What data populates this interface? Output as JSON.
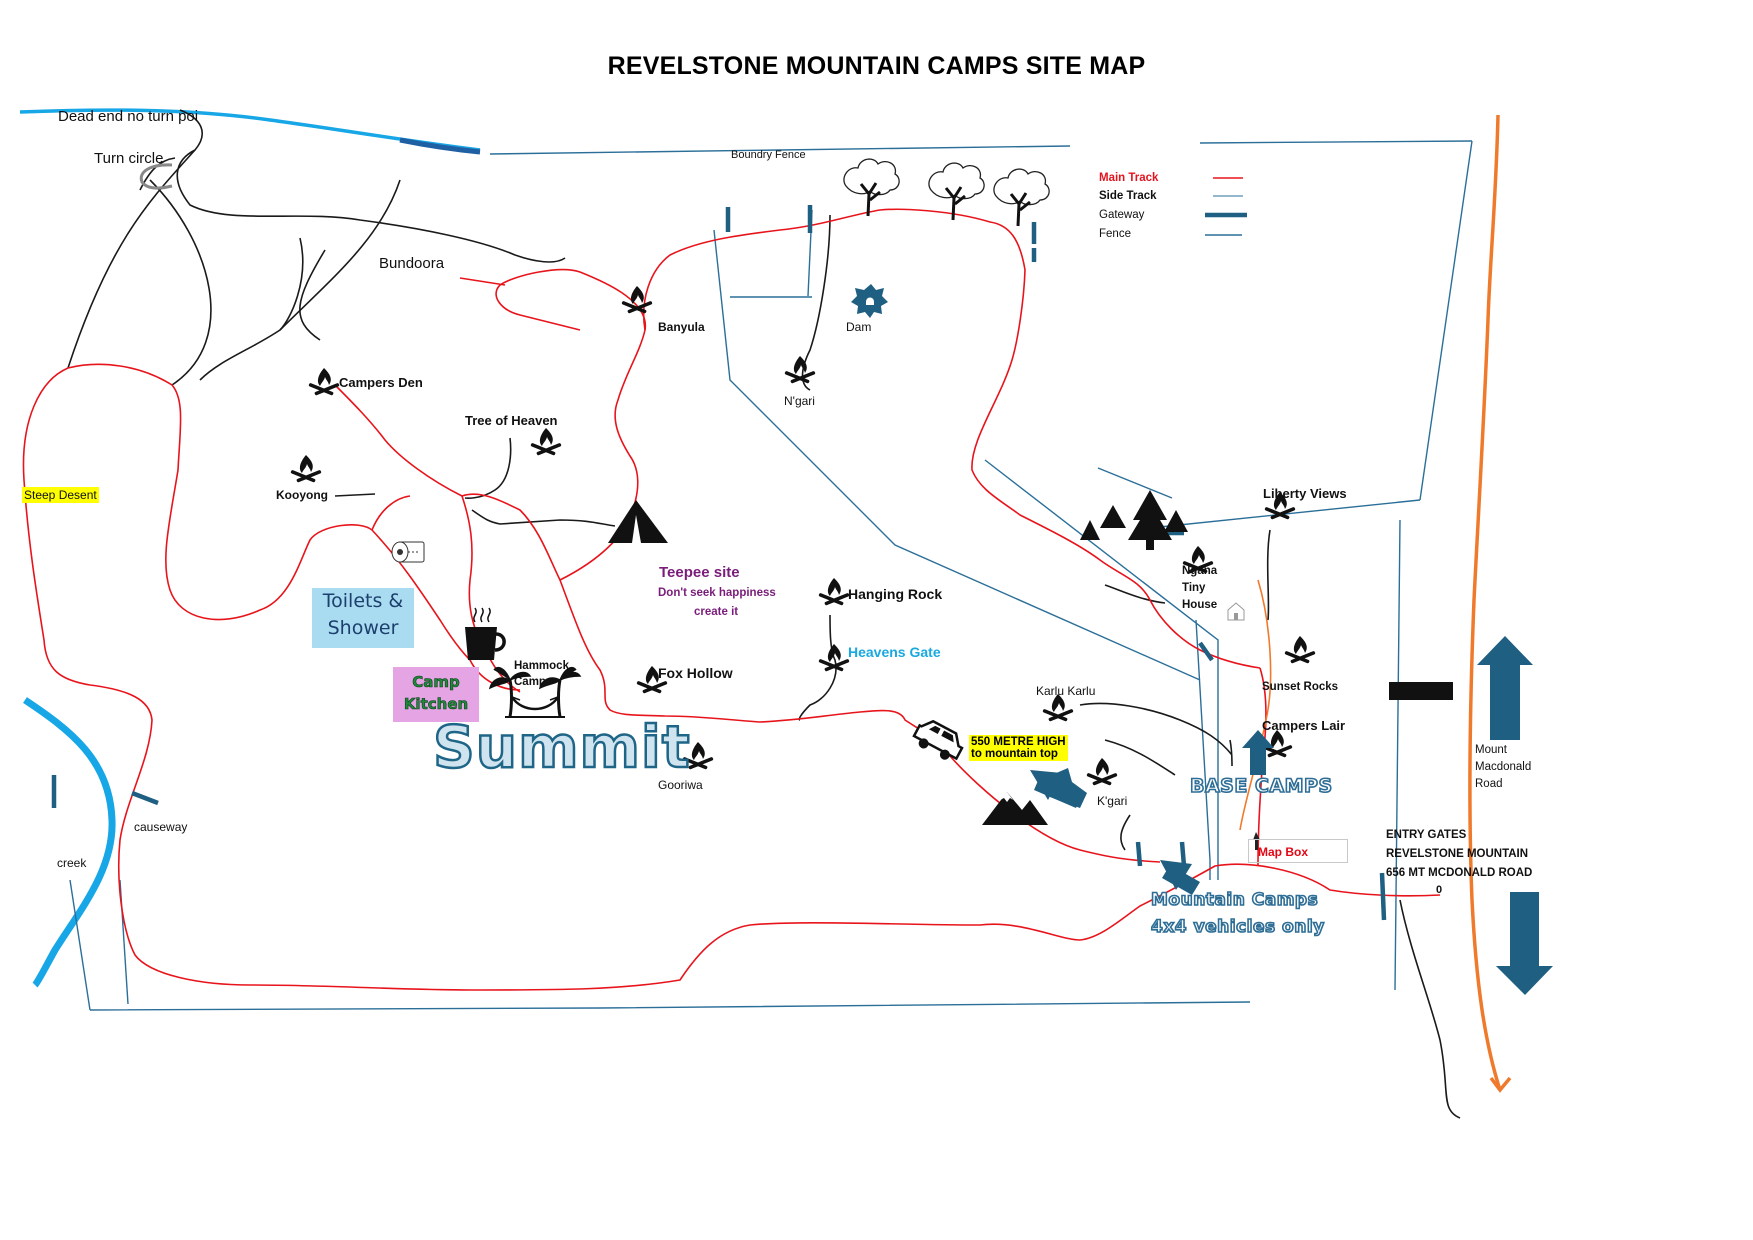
{
  "map": {
    "title": "REVELSTONE MOUNTAIN CAMPS SITE MAP",
    "legend": [
      {
        "label": "Main Track",
        "color": "#e8141c",
        "style": "line"
      },
      {
        "label": "Side Track",
        "color": "#2b6f99",
        "style": "thin-line"
      },
      {
        "label": "Gateway",
        "color": "#2b6f99",
        "style": "thick-bar"
      },
      {
        "label": "Fence",
        "color": "#2b6f99",
        "style": "line"
      }
    ],
    "labels": {
      "dead_end": "Dead end no turn poi",
      "turn_circle": "Turn circle",
      "boundary_fence": "Boundry Fence",
      "bundoora": "Bundoora",
      "banyula": "Banyula",
      "dam": "Dam",
      "ngari": "N'gari",
      "campers_den": "Campers Den",
      "tree_of_heaven": "Tree of Heaven",
      "kooyong": "Kooyong",
      "steep_descent": "Steep Desent",
      "teepee_site": "Teepee site",
      "teepee_line1": "Don't seek happiness",
      "teepee_line2": "create it",
      "hanging_rock": "Hanging Rock",
      "heavens_gate": "Heavens Gate",
      "fox_hollow": "Fox Hollow",
      "hammock_camp_1": "Hammock",
      "hammock_camp_2": "Camp",
      "gooriwa": "Gooriwa",
      "summit": "Summit",
      "toilets_1": "Toilets &",
      "toilets_2": "Shower",
      "kitchen_1": "Camp",
      "kitchen_2": "Kitchen",
      "causeway": "causeway",
      "creek": "creek",
      "karlu_karlu": "Karlu Karlu",
      "height_1": "550 METRE HIGH",
      "height_2": "to mountain top",
      "kgari": "K'gari",
      "liberty_views": "Liberty Views",
      "ngana_1": "Ngana",
      "ngana_2": "Tiny",
      "ngana_3": "House",
      "sunset_rocks": "Sunset Rocks",
      "campers_lair": "Campers Lair",
      "base_camps": "BASE CAMPS",
      "map_box": "Map Box",
      "mountain_camps_1": "Mountain Camps",
      "mountain_camps_2": "4x4 vehicles only",
      "entry_1": "ENTRY GATES",
      "entry_2": "REVELSTONE MOUNTAIN",
      "entry_3": "656 MT MCDONALD ROAD",
      "entry_zero": "0",
      "mt_road_1": "Mount",
      "mt_road_2": "Macdonald",
      "mt_road_3": "Road"
    },
    "icons": [
      "campfire-icon",
      "tent-icon",
      "tree-icon",
      "coffee-cup-icon",
      "toilet-roll-icon",
      "hammock-icon",
      "car-icon",
      "mountain-icon",
      "dam-icon",
      "house-icon",
      "arrow-icon",
      "gateway-icon"
    ],
    "colors": {
      "main_track": "#e8141c",
      "side_track": "#2b6f99",
      "fence": "#2b6f99",
      "creek": "#17a6e6",
      "road": "#f07a2c",
      "arrow": "#1f5f82",
      "highlight": "#ffff00"
    }
  }
}
